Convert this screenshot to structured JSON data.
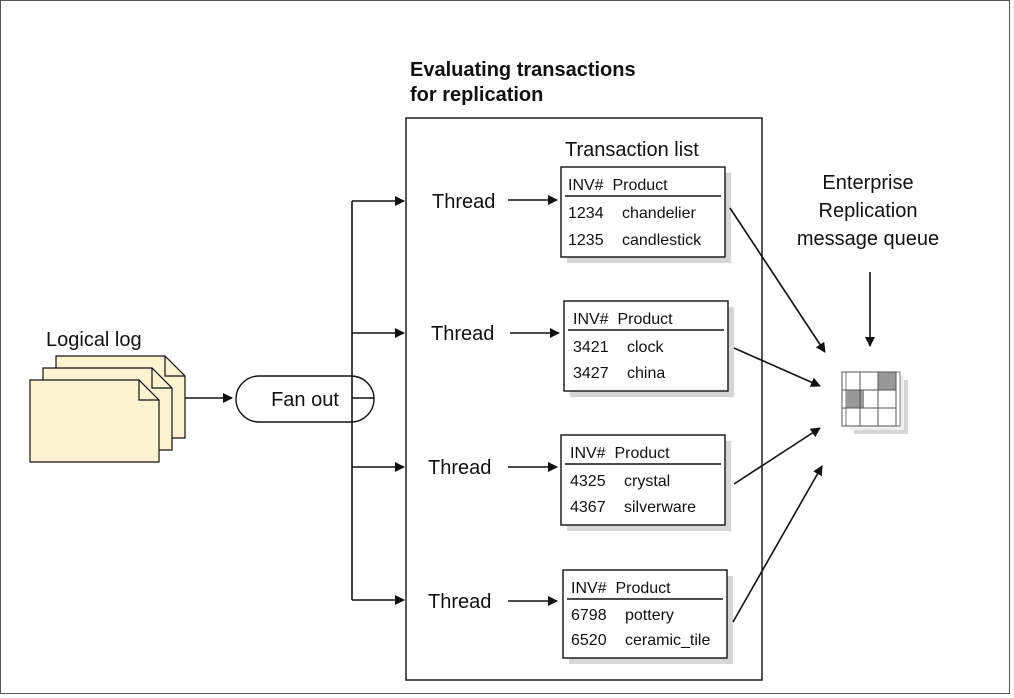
{
  "diagram": {
    "title_line1": "Evaluating transactions",
    "title_line2": "for replication",
    "source_label": "Logical log",
    "fanout_label": "Fan out",
    "list_caption": "Transaction list",
    "queue_label_line1": "Enterprise",
    "queue_label_line2": "Replication",
    "queue_label_line3": "message queue",
    "threads": [
      {
        "label": "Thread",
        "header": "INV#  Product",
        "rows": [
          {
            "inv": "1234",
            "product": "chandelier"
          },
          {
            "inv": "1235",
            "product": "candlestick"
          }
        ]
      },
      {
        "label": "Thread",
        "header": "INV#  Product",
        "rows": [
          {
            "inv": "3421",
            "product": "clock"
          },
          {
            "inv": "3427",
            "product": "china"
          }
        ]
      },
      {
        "label": "Thread",
        "header": "INV#  Product",
        "rows": [
          {
            "inv": "4325",
            "product": "crystal"
          },
          {
            "inv": "4367",
            "product": "silverware"
          }
        ]
      },
      {
        "label": "Thread",
        "header": "INV#  Product",
        "rows": [
          {
            "inv": "6798",
            "product": "pottery"
          },
          {
            "inv": "6520",
            "product": "ceramic_tile"
          }
        ]
      }
    ],
    "colors": {
      "doc_fill": "#fbf2cf",
      "shadow": "#d6d6d6",
      "queue_dark": "#999999",
      "line": "#111111"
    }
  }
}
